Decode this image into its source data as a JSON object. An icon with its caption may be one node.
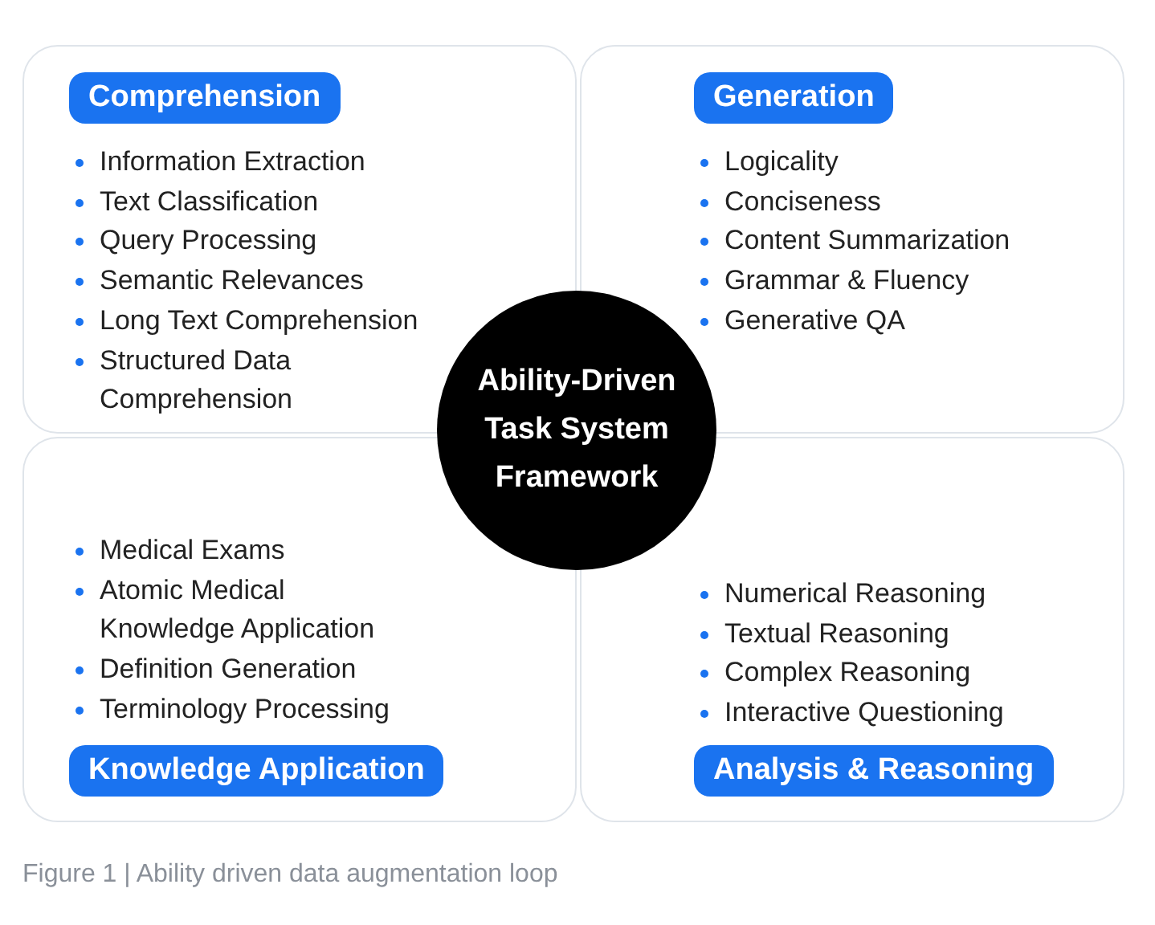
{
  "diagram": {
    "caption": "Figure 1 | Ability driven data augmentation loop",
    "nodes": [
      {
        "text": [
          "Information Extraction",
          "Text Classification",
          "Query Processing",
          "Semantic Relevances",
          "Long Text Comprehension",
          "Structured Data Comprehension"
        ]
      },
      {
        "text": [
          "Comprehension"
        ],
        "in": 0
      },
      {
        "text": [
          "Logicality",
          "Conciseness",
          "Content Summarization",
          "Grammar & Fluency",
          "Generative QA"
        ]
      },
      {
        "text": [
          "Generation"
        ],
        "in": 2
      },
      {
        "text": [
          "Medical Exams",
          "Atomic Medical Knowledge Application",
          "Definition Generation",
          "Terminology Processing"
        ]
      },
      {
        "text": [
          "Knowledge Application"
        ],
        "in": 4
      },
      {
        "text": [
          "Numerical Reasoning",
          "Textual Reasoning",
          "Complex Reasoning",
          "Interactive Questioning"
        ]
      },
      {
        "text": [
          "Analysis & Reasoning"
        ],
        "in": 6
      },
      {
        "text": [
          "Ability-Driven Task System Framework"
        ]
      }
    ]
  }
}
